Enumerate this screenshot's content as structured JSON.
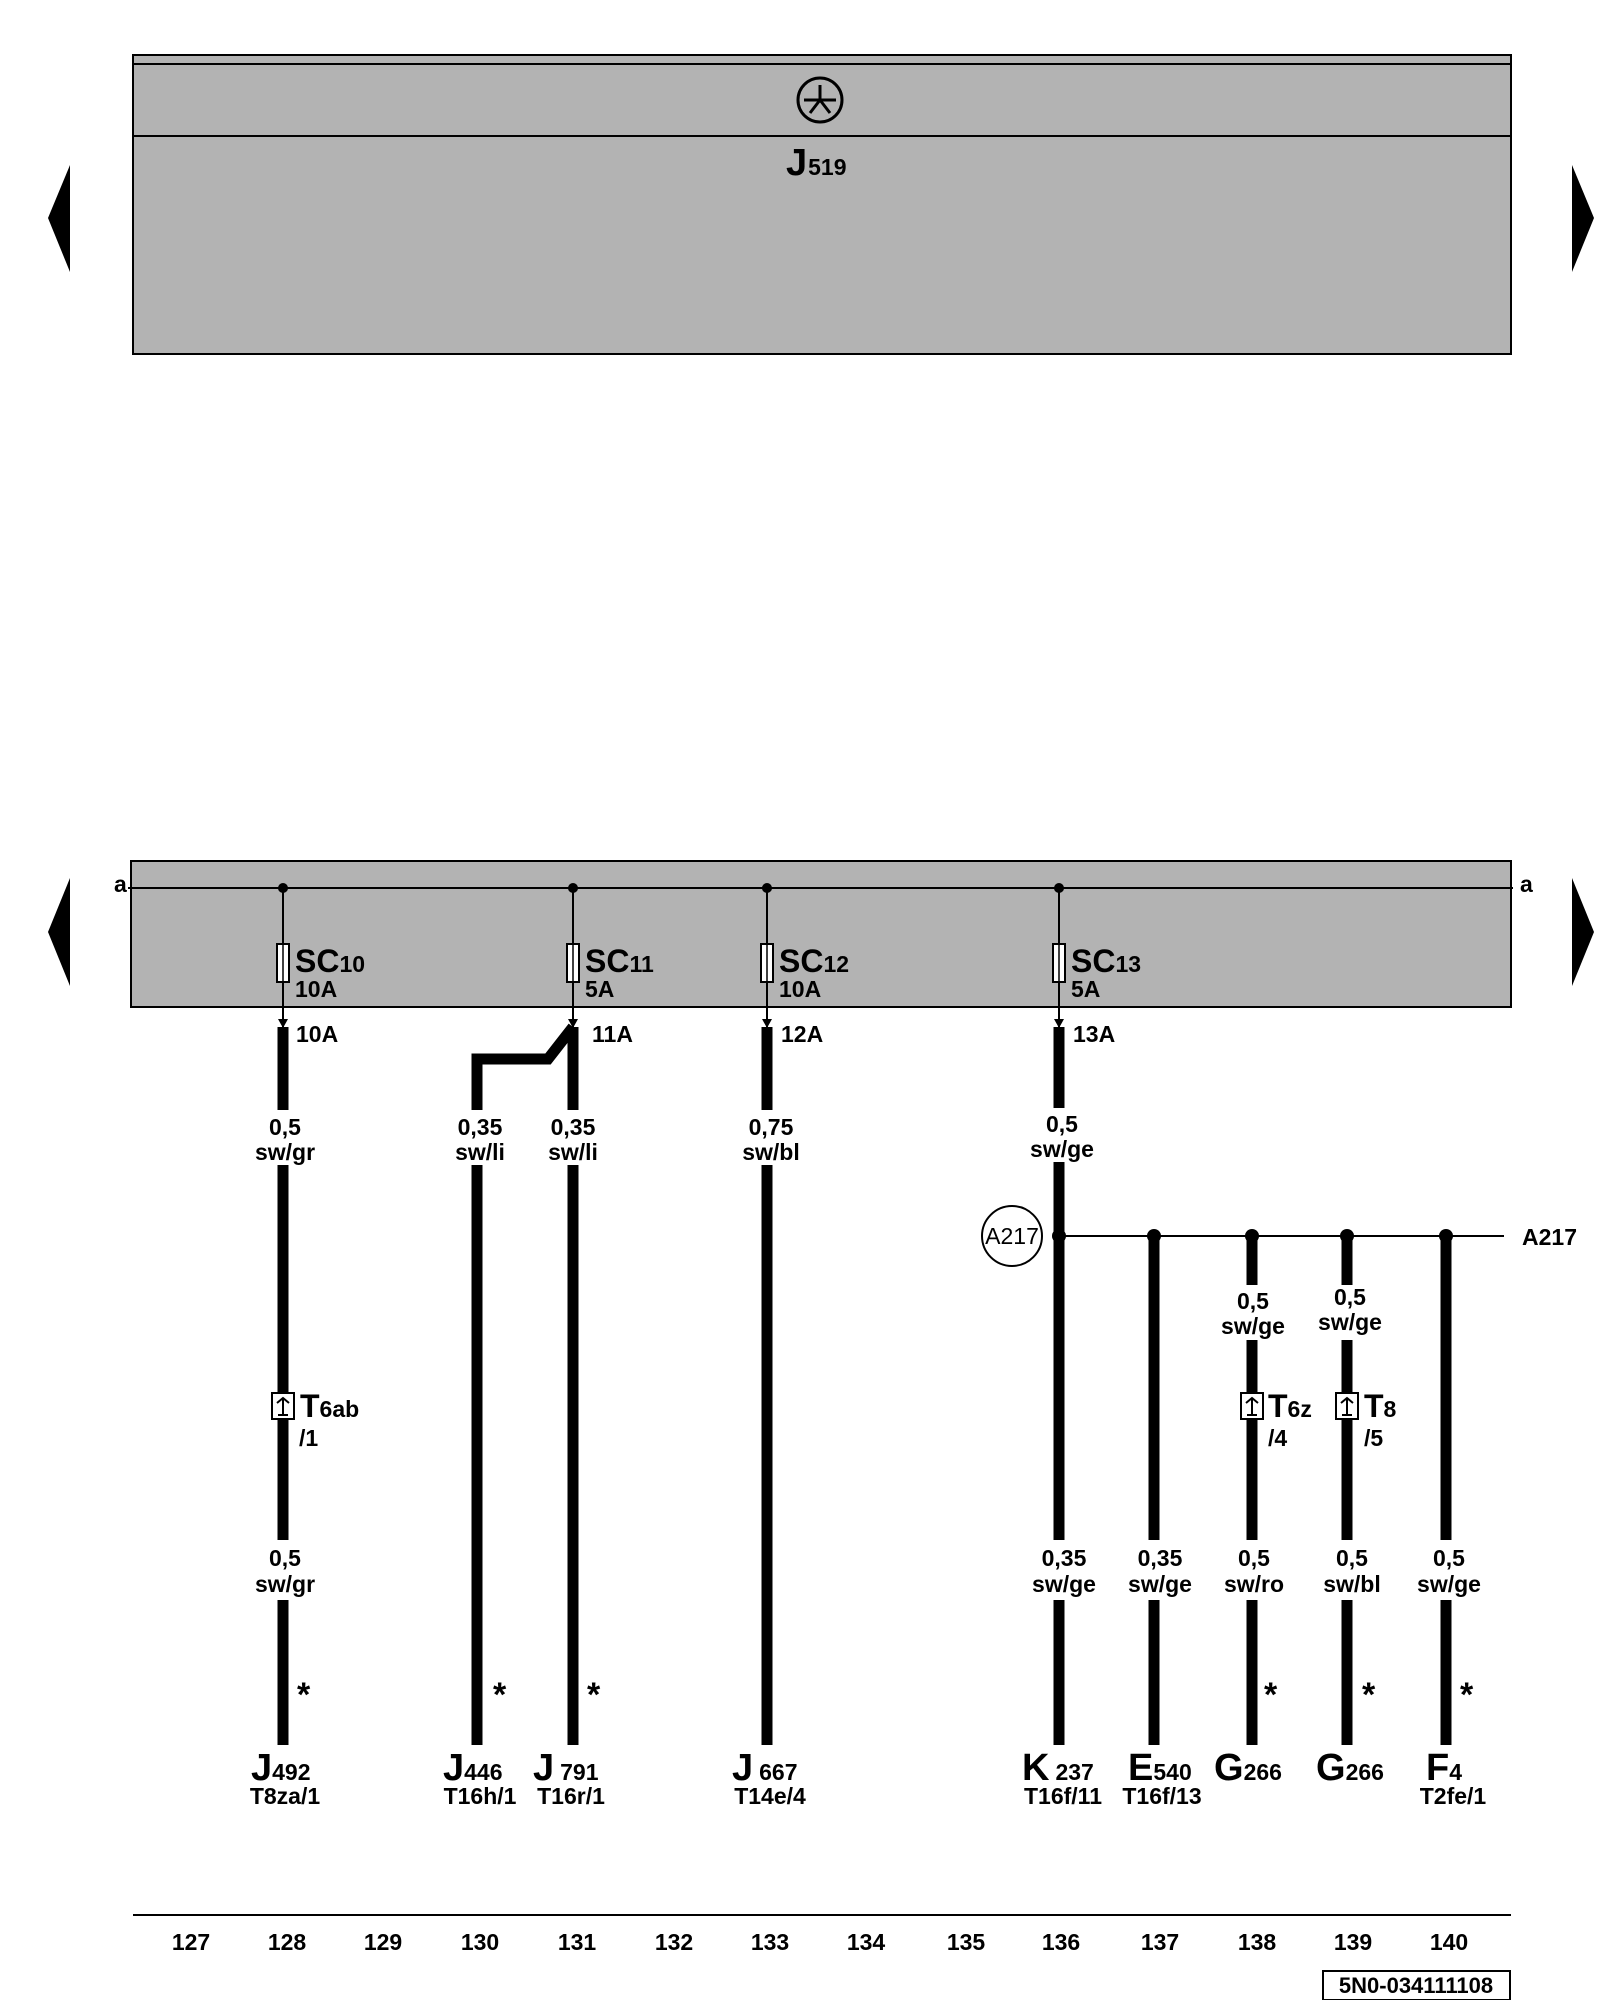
{
  "colors": {
    "module_fill": "#b3b3b3",
    "line": "#000000",
    "background": "#ffffff"
  },
  "top_module": {
    "symbol": "steering-wheel-icon",
    "name": "J",
    "sub": "519"
  },
  "busbar": {
    "left_label": "a",
    "right_label": "a"
  },
  "fuses": [
    {
      "name": "SC",
      "num": "10",
      "rating": "10A",
      "out": "10A"
    },
    {
      "name": "SC",
      "num": "11",
      "rating": "5A",
      "out": "11A"
    },
    {
      "name": "SC",
      "num": "12",
      "rating": "10A",
      "out": "12A"
    },
    {
      "name": "SC",
      "num": "13",
      "rating": "5A",
      "out": "13A"
    }
  ],
  "wires": [
    {
      "size": "0,5",
      "color": "sw/gr"
    },
    {
      "size": "0,35",
      "color": "sw/li"
    },
    {
      "size": "0,35",
      "color": "sw/li"
    },
    {
      "size": "0,75",
      "color": "sw/bl"
    },
    {
      "size": "0,5",
      "color": "sw/ge"
    },
    {
      "size": "0,5",
      "color": "sw/ge"
    },
    {
      "size": "0,5",
      "color": "sw/ge"
    },
    {
      "size": "0,5",
      "color": "sw/gr"
    },
    {
      "size": "0,35",
      "color": "sw/ge"
    },
    {
      "size": "0,35",
      "color": "sw/ge"
    },
    {
      "size": "0,5",
      "color": "sw/ro"
    },
    {
      "size": "0,5",
      "color": "sw/bl"
    },
    {
      "size": "0,5",
      "color": "sw/ge"
    }
  ],
  "splice": {
    "id": "A217",
    "right_label": "A217"
  },
  "connectors": [
    {
      "name": "T",
      "sub": "6ab",
      "pin": "/1"
    },
    {
      "name": "T",
      "sub": "6z",
      "pin": "/4"
    },
    {
      "name": "T",
      "sub": "8",
      "pin": "/5"
    }
  ],
  "asterisk": "*",
  "components": [
    {
      "letter": "J",
      "num": "492",
      "pin": "T8za/1"
    },
    {
      "letter": "J",
      "num": "446",
      "pin": "T16h/1"
    },
    {
      "letter": "J",
      "num": "791",
      "pin": "T16r/1"
    },
    {
      "letter": "J",
      "num": "667",
      "pin": "T14e/4"
    },
    {
      "letter": "K",
      "num": "237",
      "pin": "T16f/11"
    },
    {
      "letter": "E",
      "num": "540",
      "pin": "T16f/13"
    },
    {
      "letter": "G",
      "num": "266",
      "pin": ""
    },
    {
      "letter": "G",
      "num": "266",
      "pin": ""
    },
    {
      "letter": "F",
      "num": "4",
      "pin": "T2fe/1"
    }
  ],
  "columns": [
    "127",
    "128",
    "129",
    "130",
    "131",
    "132",
    "133",
    "134",
    "135",
    "136",
    "137",
    "138",
    "139",
    "140"
  ],
  "document_id": "5N0-034111108"
}
